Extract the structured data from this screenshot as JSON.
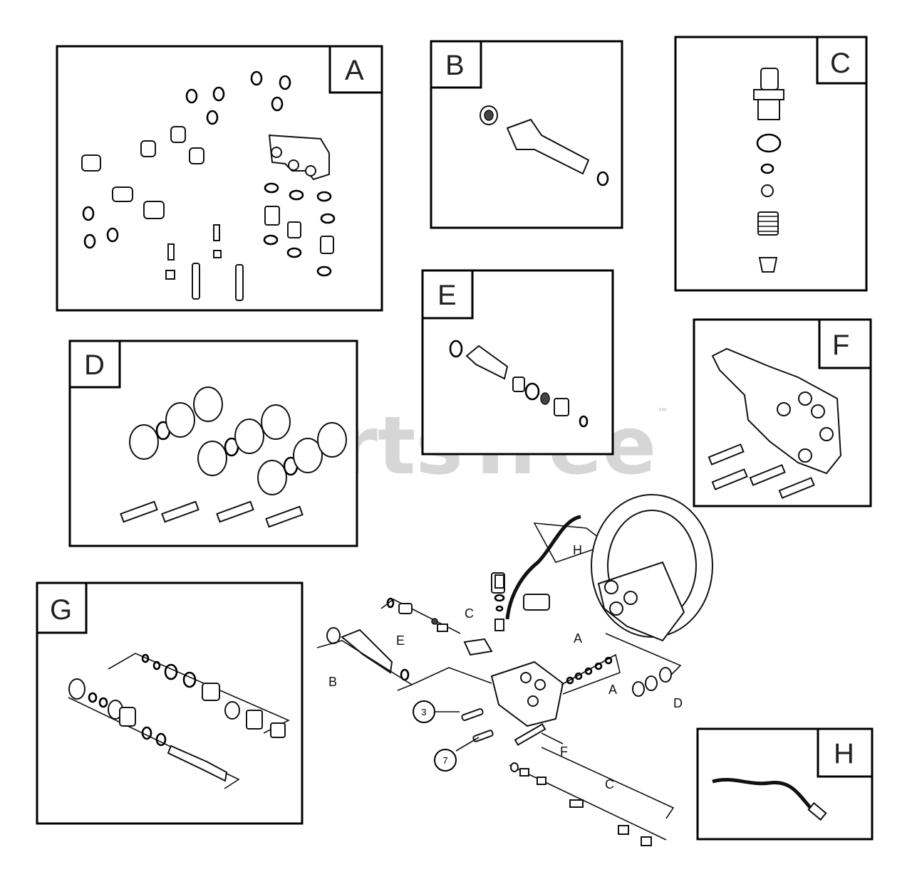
{
  "panels": {
    "a": {
      "label": "A"
    },
    "b": {
      "label": "B"
    },
    "c": {
      "label": "C"
    },
    "d": {
      "label": "D"
    },
    "e": {
      "label": "E"
    },
    "f": {
      "label": "F"
    },
    "g": {
      "label": "G"
    },
    "h": {
      "label": "H"
    }
  },
  "callouts": {
    "h": "H",
    "c_upper": "C",
    "e": "E",
    "a_upper": "A",
    "a_lower": "A",
    "b": "B",
    "d": "D",
    "f": "F",
    "c_lower": "C",
    "ref_3": "3",
    "ref_7": "7"
  },
  "watermark": {
    "text": "PartsTree",
    "trademark": "™"
  }
}
